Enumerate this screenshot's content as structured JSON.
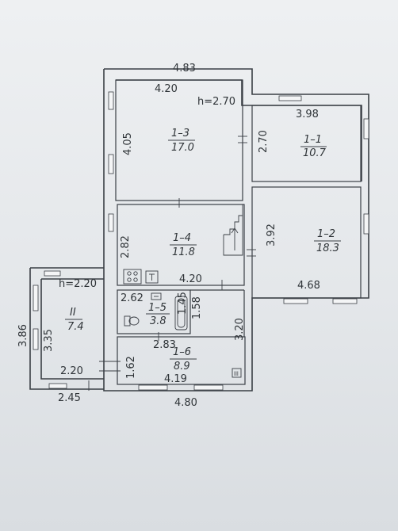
{
  "dimensions": {
    "overall_top": "4.83",
    "room13_top": "4.20",
    "ceiling_main": "h=2.70",
    "room11_top": "3.98",
    "room13_side": "4.05",
    "room11_side": "2.70",
    "room14_side": "2.82",
    "room12_side": "3.92",
    "room14_bottom": "4.20",
    "room12_bottom": "4.68",
    "ceiling_annex": "h=2.20",
    "room15_top": "2.62",
    "room15_door": "1.45",
    "room15_side": "1.58",
    "annex_outer": "3.86",
    "annex_inner": "3.35",
    "room16_side_right": "3.20",
    "room15_bottom": "2.83",
    "room16_side_left": "1.62",
    "annex_bottom_inner": "2.20",
    "room16_bottom": "4.19",
    "annex_bottom_outer": "2.45",
    "overall_bottom": "4.80"
  },
  "rooms": [
    {
      "id": "1–3",
      "area": "17.0"
    },
    {
      "id": "1–1",
      "area": "10.7"
    },
    {
      "id": "1–4",
      "area": "11.8"
    },
    {
      "id": "1–2",
      "area": "18.3"
    },
    {
      "id": "II",
      "area": "7.4"
    },
    {
      "id": "1–5",
      "area": "3.8"
    },
    {
      "id": "1–6",
      "area": "8.9"
    }
  ]
}
